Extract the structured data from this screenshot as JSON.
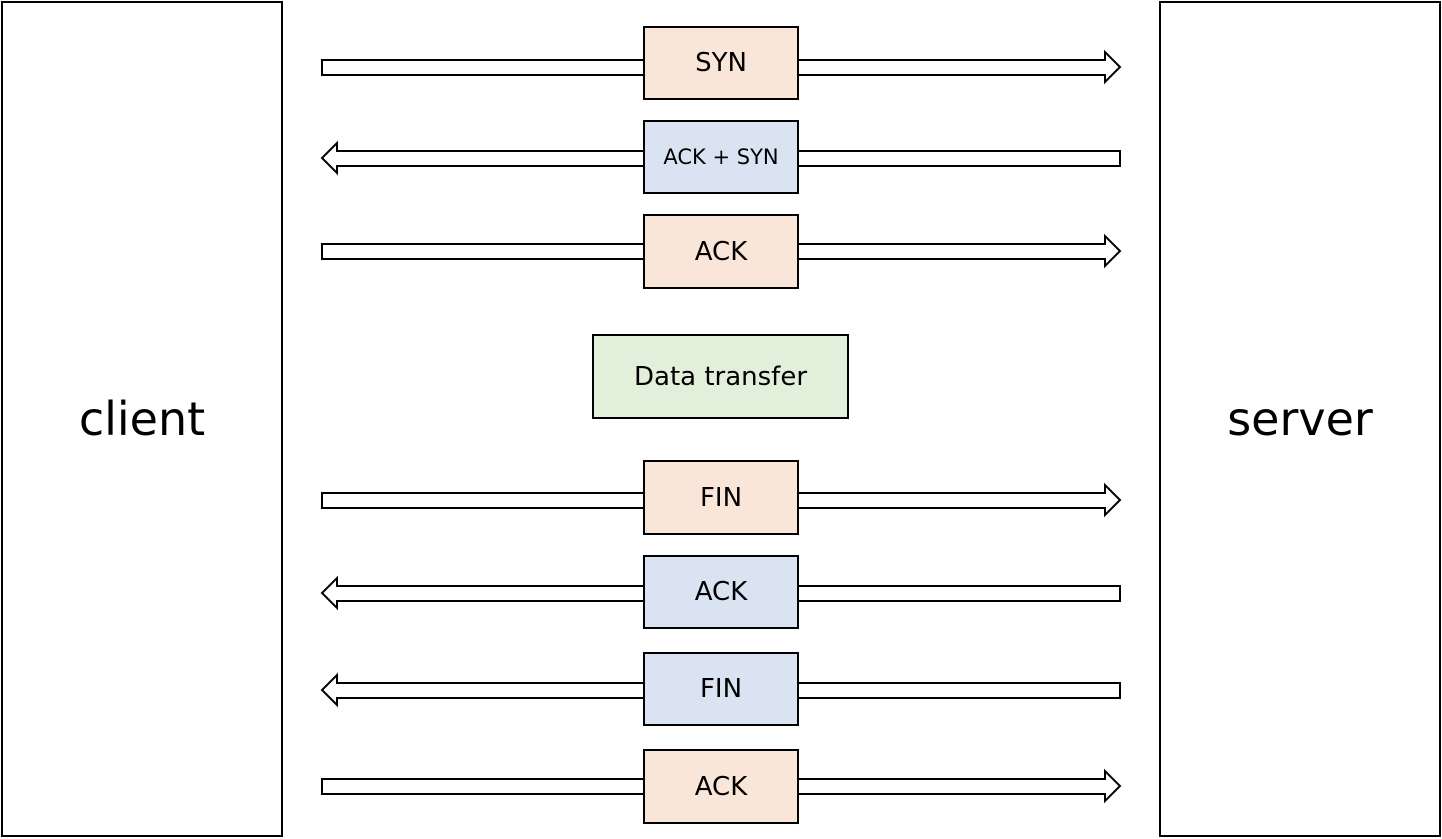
{
  "endpoints": {
    "client": "client",
    "server": "server"
  },
  "colors": {
    "client_to_server": "#fae5d9",
    "server_to_client": "#dae3f2",
    "data": "#e2efdb"
  },
  "messages": [
    {
      "label": "SYN",
      "direction": "right"
    },
    {
      "label": "ACK + SYN",
      "direction": "left"
    },
    {
      "label": "ACK",
      "direction": "right"
    },
    {
      "label": "Data transfer",
      "direction": "none"
    },
    {
      "label": "FIN",
      "direction": "right"
    },
    {
      "label": "ACK",
      "direction": "left"
    },
    {
      "label": "FIN",
      "direction": "left"
    },
    {
      "label": "ACK",
      "direction": "right"
    }
  ]
}
